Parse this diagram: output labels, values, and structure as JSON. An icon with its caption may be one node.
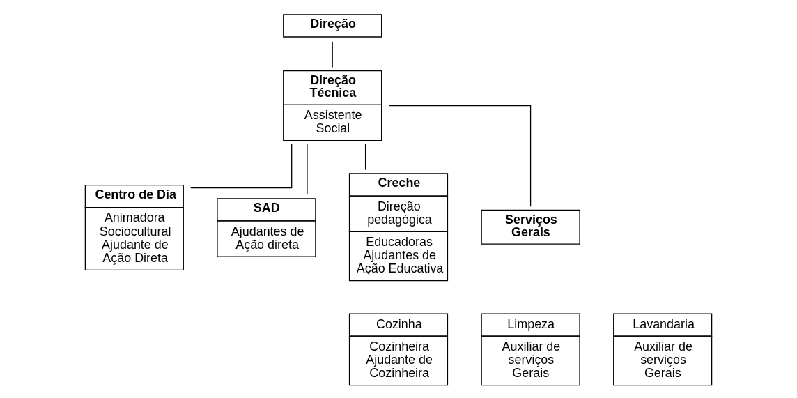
{
  "diagram": {
    "nodes": [
      {
        "text": [
          "Direção"
        ]
      },
      {
        "text": [
          "Direção Técnica",
          "Assistente Social"
        ]
      },
      {
        "text": [
          "Centro de Dia",
          "Animadora Sociocultural Ajudante de Ação Direta"
        ]
      },
      {
        "text": [
          "SAD",
          "Ajudantes de Ação direta"
        ]
      },
      {
        "text": [
          "Creche",
          "Direção pedagógica",
          "Educadoras Ajudantes de Ação Educativa"
        ]
      },
      {
        "text": [
          "Serviços Gerais"
        ]
      },
      {
        "text": [
          "Cozinha",
          "Cozinheira Ajudante de Cozinheira"
        ]
      },
      {
        "text": [
          "Limpeza",
          "Auxiliar de serviços Gerais"
        ]
      },
      {
        "text": [
          "Lavandaria",
          "Auxiliar de serviços Gerais"
        ]
      }
    ],
    "edges": [
      {
        "from": 0,
        "to": 1,
        "arrow": "none"
      },
      {
        "from": 1,
        "to": 2,
        "arrow": "none"
      },
      {
        "from": 1,
        "to": 3,
        "arrow": "none"
      },
      {
        "from": 1,
        "to": 4,
        "arrow": "none"
      },
      {
        "from": 1,
        "to": 5,
        "arrow": "none"
      }
    ]
  }
}
